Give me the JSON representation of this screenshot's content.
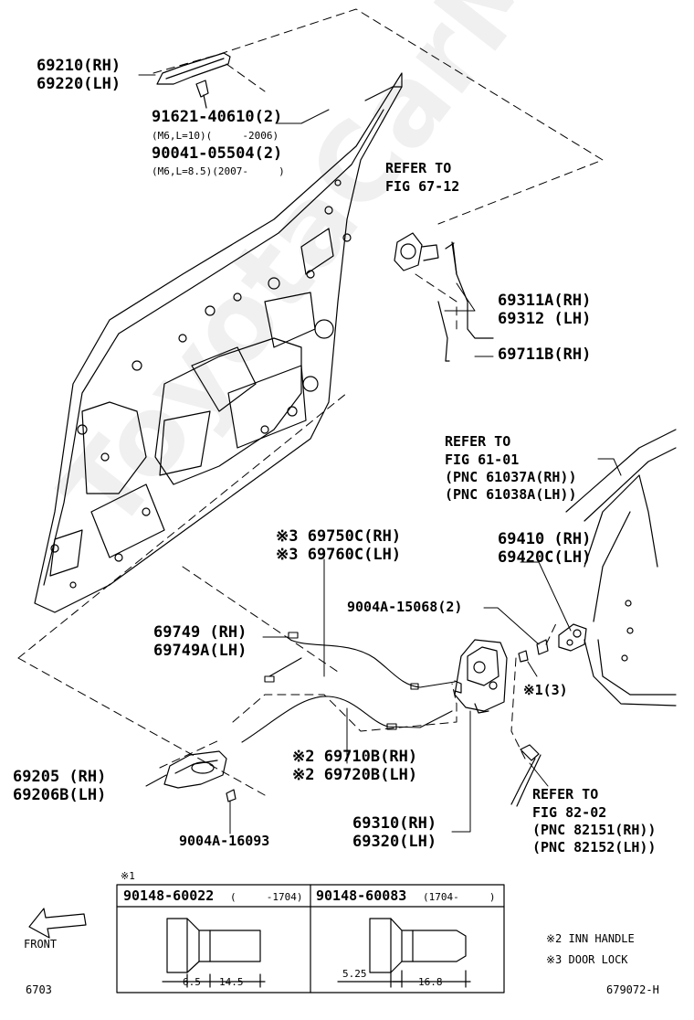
{
  "watermark": "ToyotaCarMine.ru",
  "parts": {
    "handle_outer_rh": "69210(RH)",
    "handle_outer_lh": "69220(LH)",
    "screw_a": "91621-40610(2)",
    "screw_a_note": "(M6,L=10)(     -2006)",
    "screw_b": "90041-05504(2)",
    "screw_b_note": "(M6,L=8.5)(2007-     )",
    "refer_67_line1": "REFER TO",
    "refer_67_line2": "FIG 67-12",
    "rod_rh": "69311A(RH)",
    "rod_lh": "69312 (LH)",
    "rod2_rh": "69711B(RH)",
    "refer_61_line1": "REFER TO",
    "refer_61_line2": "FIG 61-01",
    "refer_61_pnc1": "(PNC 61037A(RH))",
    "refer_61_pnc2": "(PNC 61038A(LH))",
    "cable_lock_rh": "※3 69750C(RH)",
    "cable_lock_lh": "※3 69760C(LH)",
    "striker_rh": "69410 (RH)",
    "striker_lh": "69420C(LH)",
    "screw_c": "9004A-15068(2)",
    "clip_rh": "69749 (RH)",
    "clip_lh": "69749A(LH)",
    "note1_count": "※1(3)",
    "inner_handle_rh": "69205 (RH)",
    "inner_handle_lh": "69206B(LH)",
    "cable_inn_rh": "※2 69710B(RH)",
    "cable_inn_lh": "※2 69720B(LH)",
    "refer_82_line1": "REFER TO",
    "refer_82_line2": "FIG 82-02",
    "refer_82_pnc1": "(PNC 82151(RH))",
    "refer_82_pnc2": "(PNC 82152(LH))",
    "screw_d": "9004A-16093",
    "lock_rh": "69310(RH)",
    "lock_lh": "69320(LH)"
  },
  "table": {
    "note_mark": "※1",
    "col1_part": "90148-60022",
    "col1_range": "(     -1704)",
    "col2_part": "90148-60083",
    "col2_range": "(1704-     )",
    "dim_a": "6.5",
    "dim_b": "14.5",
    "dim_c": "5.25",
    "dim_d": "16.8"
  },
  "legend": {
    "note2": "※2 INN HANDLE",
    "note3": "※3 DOOR LOCK"
  },
  "footer": {
    "front": "FRONT",
    "page_code": "6703",
    "figure_code": "679072-H"
  }
}
